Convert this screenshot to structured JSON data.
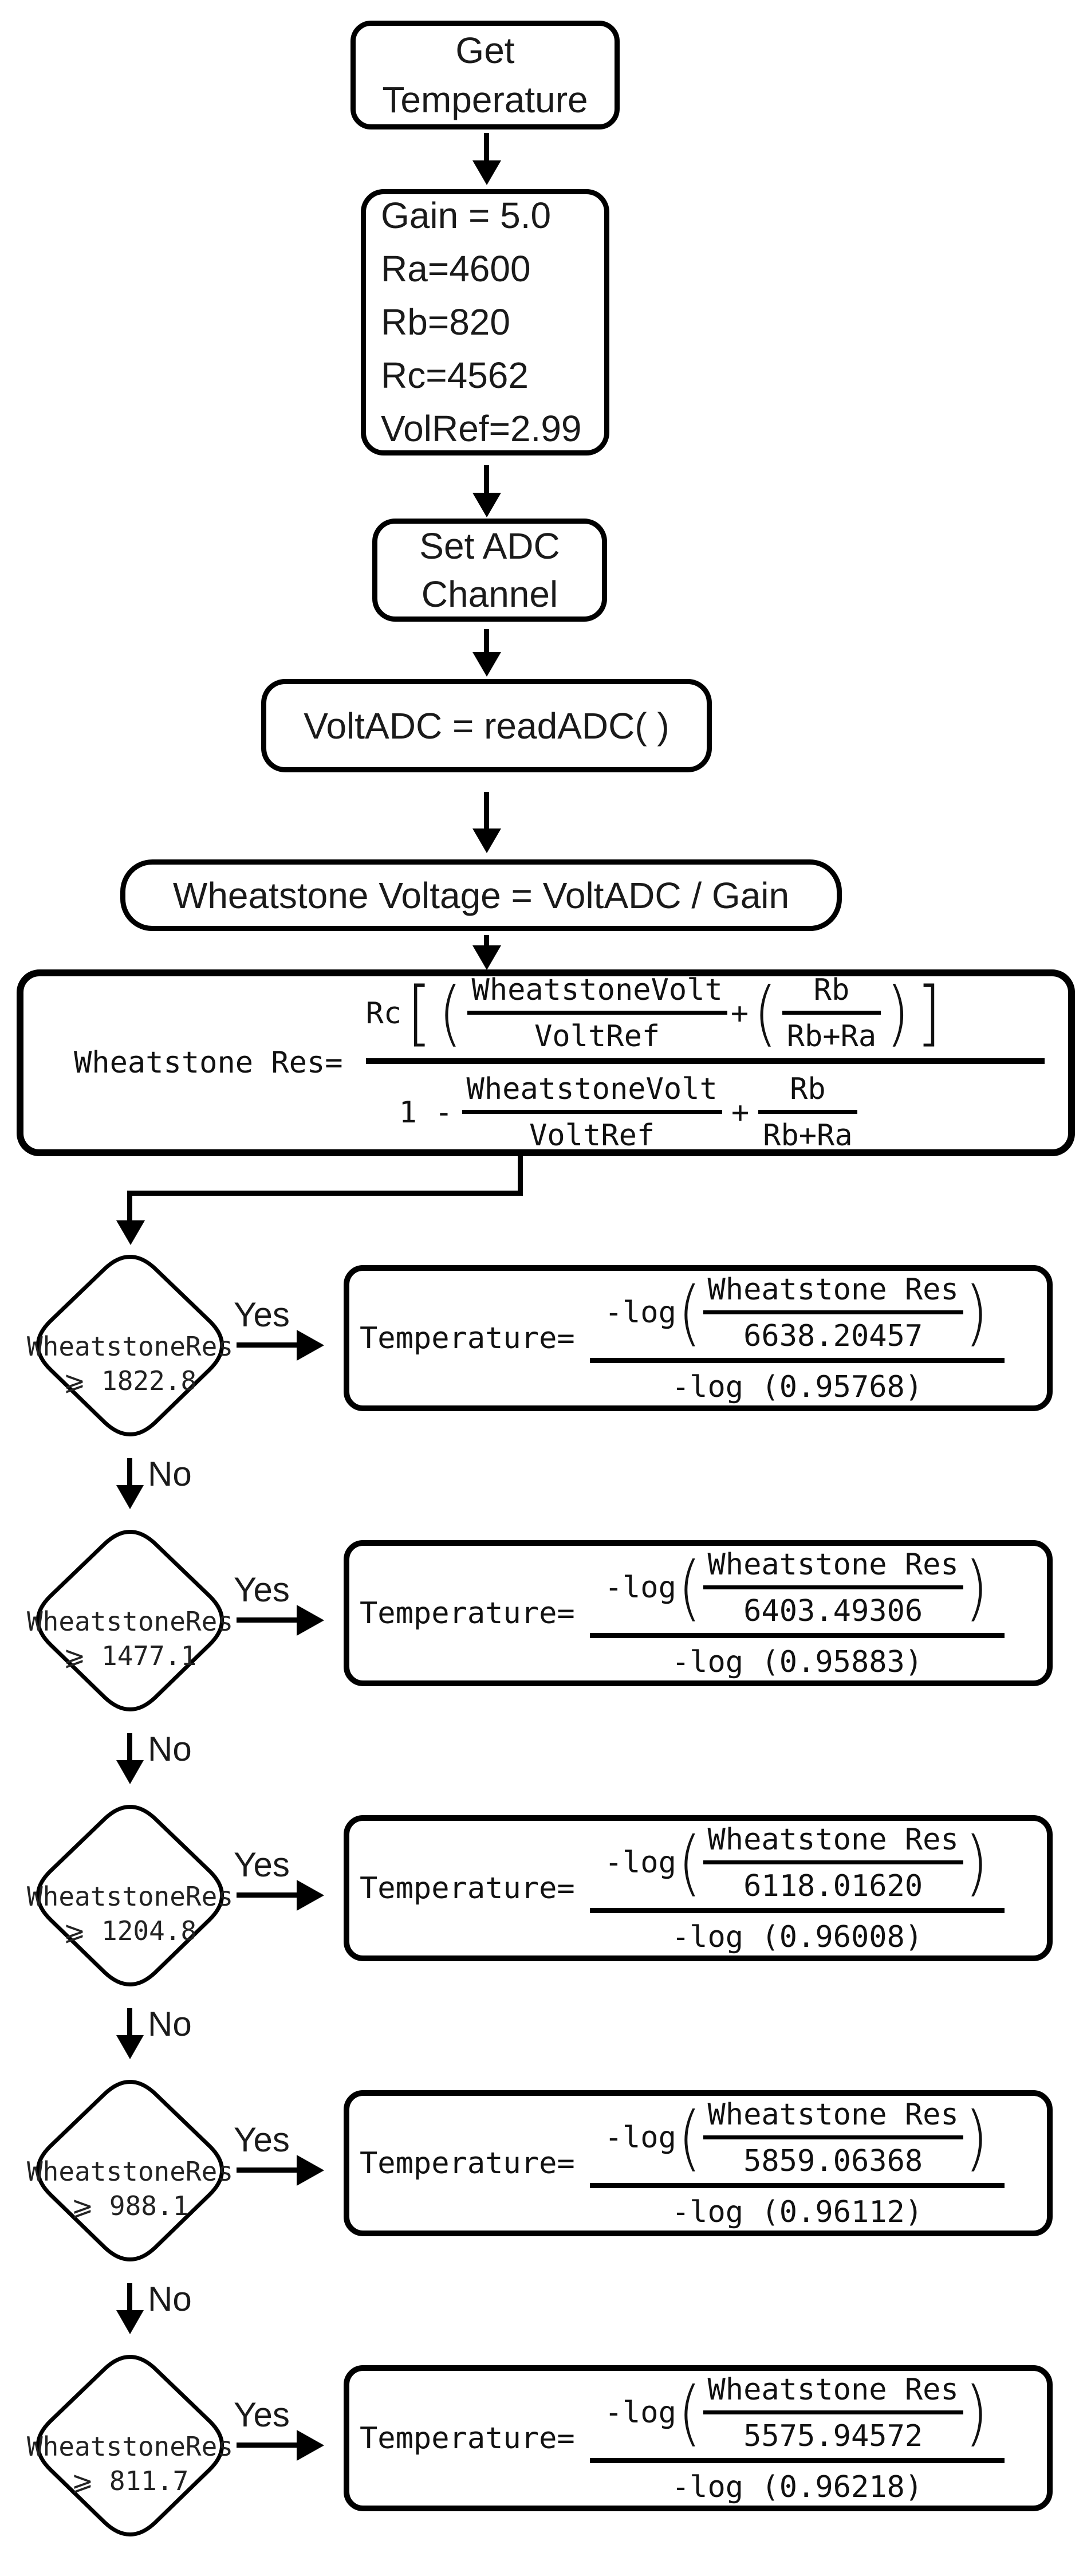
{
  "flow": {
    "start_lines": [
      "Get",
      "Temperature"
    ],
    "params_lines": [
      "Gain = 5.0",
      "Ra=4600",
      "Rb=820",
      "Rc=4562",
      "VolRef=2.99"
    ],
    "set_adc_lines": [
      "Set ADC",
      "Channel"
    ],
    "read_adc": "VoltADC = readADC( )",
    "wheatstone_voltage": "Wheatstone Voltage = VoltADC / Gain",
    "symbols": {
      "paren_open": "(",
      "paren_close": ")",
      "bracket_open": "[",
      "bracket_close": "]",
      "plus": "+"
    },
    "wheatstone_res_formula": {
      "label": "Wheatstone Res=",
      "coef": "Rc",
      "num_frac1": {
        "num": "WheatstoneVolt",
        "den": "VoltRef"
      },
      "num_frac2": {
        "num": "Rb",
        "den": "Rb+Ra"
      },
      "den_prefix": "1 -",
      "den_frac1": {
        "num": "WheatstoneVolt",
        "den": "VoltRef"
      },
      "den_frac2": {
        "num": "Rb",
        "den": "Rb+Ra"
      }
    },
    "yes_label": "Yes",
    "no_label": "No",
    "decisions": [
      {
        "condition_line1": "WheatstoneRes",
        "condition_line2": "⩾ 1822.8",
        "temp_label": "Temperature=",
        "log_prefix": "-log",
        "frac_num": "Wheatstone Res",
        "frac_den": "6638.20457",
        "denominator": "-log (0.95768)"
      },
      {
        "condition_line1": "WheatstoneRes",
        "condition_line2": "⩾ 1477.1",
        "temp_label": "Temperature=",
        "log_prefix": "-log",
        "frac_num": "Wheatstone Res",
        "frac_den": "6403.49306",
        "denominator": "-log (0.95883)"
      },
      {
        "condition_line1": "WheatstoneRes",
        "condition_line2": "⩾ 1204.8",
        "temp_label": "Temperature=",
        "log_prefix": "-log",
        "frac_num": "Wheatstone Res",
        "frac_den": "6118.01620",
        "denominator": "-log (0.96008)"
      },
      {
        "condition_line1": "WheatstoneRes",
        "condition_line2": "⩾ 988.1",
        "temp_label": "Temperature=",
        "log_prefix": "-log",
        "frac_num": "Wheatstone Res",
        "frac_den": "5859.06368",
        "denominator": "-log (0.96112)"
      },
      {
        "condition_line1": "WheatstoneRes",
        "condition_line2": "⩾ 811.7",
        "temp_label": "Temperature=",
        "log_prefix": "-log",
        "frac_num": "Wheatstone Res",
        "frac_den": "5575.94572",
        "denominator": "-log (0.96218)"
      }
    ]
  }
}
